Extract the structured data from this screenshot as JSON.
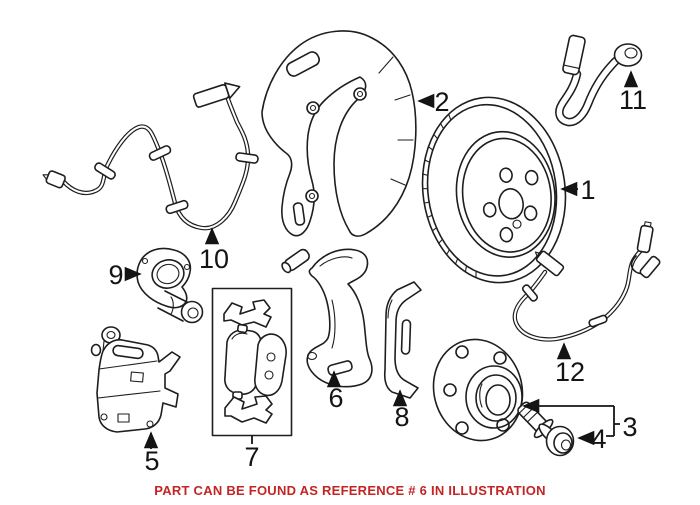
{
  "caption": {
    "text": "PART CAN BE FOUND AS REFERENCE # 6 IN ILLUSTRATION",
    "color": "#c32424",
    "reference_number": "6"
  },
  "colors": {
    "line": "#1e1e1e",
    "background": "#ffffff",
    "label_text": "#141414"
  },
  "labels": [
    {
      "ref": "1",
      "part": "brake-rotor"
    },
    {
      "ref": "2",
      "part": "splash-shield"
    },
    {
      "ref": "3",
      "part": "wheel-hub-assembly"
    },
    {
      "ref": "4",
      "part": "hub-bolt"
    },
    {
      "ref": "5",
      "part": "brake-caliper"
    },
    {
      "ref": "6",
      "part": "caliper-carrier"
    },
    {
      "ref": "7",
      "part": "brake-pad-set"
    },
    {
      "ref": "8",
      "part": "retaining-spring"
    },
    {
      "ref": "9",
      "part": "parking-brake-actuator"
    },
    {
      "ref": "10",
      "part": "brake-pad-wear-sensor"
    },
    {
      "ref": "11",
      "part": "brake-hose"
    },
    {
      "ref": "12",
      "part": "abs-speed-sensor"
    }
  ]
}
